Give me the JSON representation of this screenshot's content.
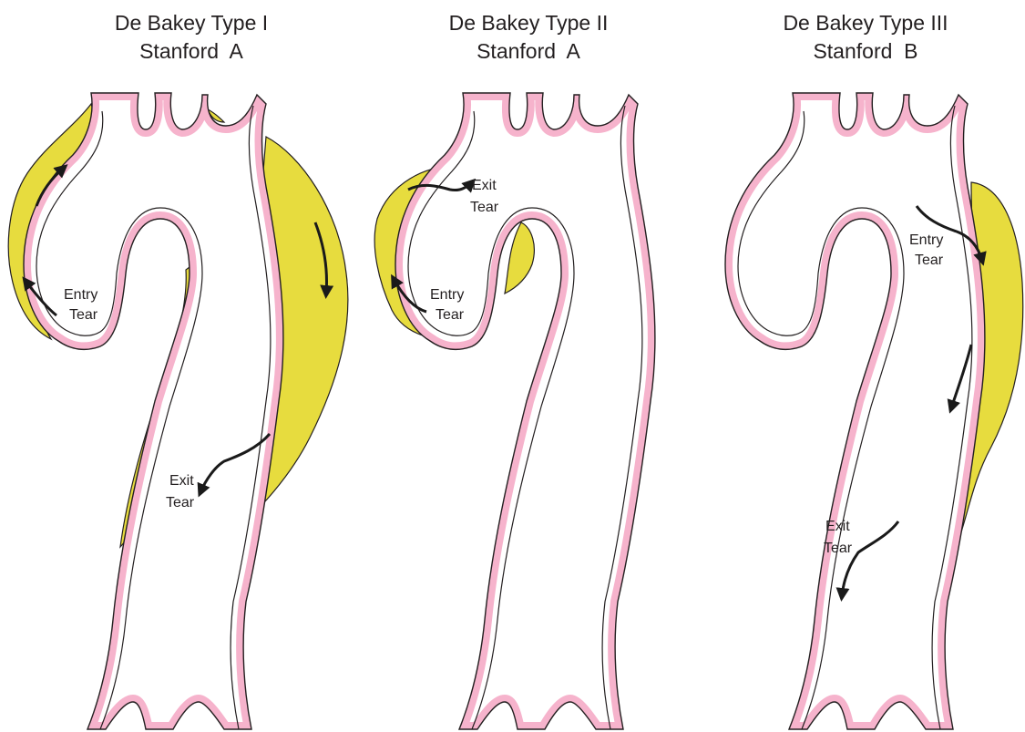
{
  "panels": [
    {
      "title_line1": "De Bakey Type I",
      "title_line2": "Stanford  A",
      "entry_label": [
        "Entry",
        "Tear"
      ],
      "exit_label": [
        "Exit",
        "Tear"
      ]
    },
    {
      "title_line1": "De Bakey Type II",
      "title_line2": "Stanford  A",
      "entry_label": [
        "Entry",
        "Tear"
      ],
      "exit_label": [
        "Exit",
        "Tear"
      ]
    },
    {
      "title_line1": "De Bakey Type III",
      "title_line2": "Stanford  B",
      "entry_label": [
        "Entry",
        "Tear"
      ],
      "exit_label": [
        "Exit",
        "Tear"
      ]
    }
  ],
  "colors": {
    "aortic_wall": "#f6b3cc",
    "false_lumen": "#e7dc3e",
    "outline": "#231f20",
    "arrow": "#1a1a1a"
  }
}
